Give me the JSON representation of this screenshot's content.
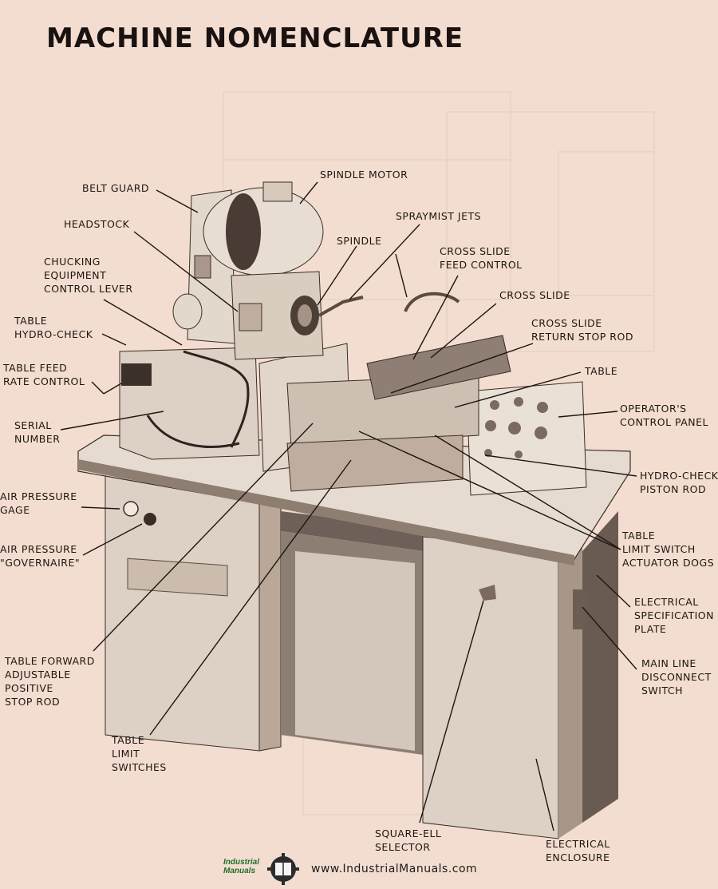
{
  "title": "MACHINE NOMENCLATURE",
  "labels": {
    "belt_guard": "BELT GUARD",
    "spindle_motor": "SPINDLE MOTOR",
    "headstock": "HEADSTOCK",
    "spraymist_jets": "SPRAYMIST JETS",
    "spindle": "SPINDLE",
    "cross_slide_feed_control": "CROSS SLIDE\nFEED CONTROL",
    "chucking_lever": "CHUCKING\nEQUIPMENT\nCONTROL LEVER",
    "cross_slide": "CROSS SLIDE",
    "table_hydro_check": "TABLE\nHYDRO-CHECK",
    "cross_slide_return": "CROSS SLIDE\nRETURN STOP ROD",
    "table_feed_rate": "TABLE FEED\nRATE CONTROL",
    "table": "TABLE",
    "serial_number": "SERIAL\nNUMBER",
    "operators_panel": "OPERATOR'S\nCONTROL PANEL",
    "air_pressure_gage": "AIR PRESSURE\nGAGE",
    "hydro_check_piston": "HYDRO-CHECK\nPISTON ROD",
    "air_pressure_governaire": "AIR PRESSURE\n\"GOVERNAIRE\"",
    "table_limit_dogs": "TABLE\nLIMIT SWITCH\nACTUATOR DOGS",
    "electrical_spec_plate": "ELECTRICAL\nSPECIFICATION\nPLATE",
    "table_forward_stop": "TABLE FORWARD\nADJUSTABLE\nPOSITIVE\nSTOP ROD",
    "main_line_switch": "MAIN LINE\nDISCONNECT\nSWITCH",
    "table_limit_switches": "TABLE\nLIMIT\nSWITCHES",
    "square_ell_selector": "SQUARE-ELL\nSELECTOR",
    "electrical_enclosure": "ELECTRICAL\nENCLOSURE"
  },
  "footer": {
    "logo_line1": "Industrial",
    "logo_line2": "Manuals",
    "url": "www.IndustrialManuals.com"
  },
  "colors": {
    "paper": "#f3ddd0",
    "ink": "#1c1410",
    "logo_green": "#1e6f2a"
  }
}
